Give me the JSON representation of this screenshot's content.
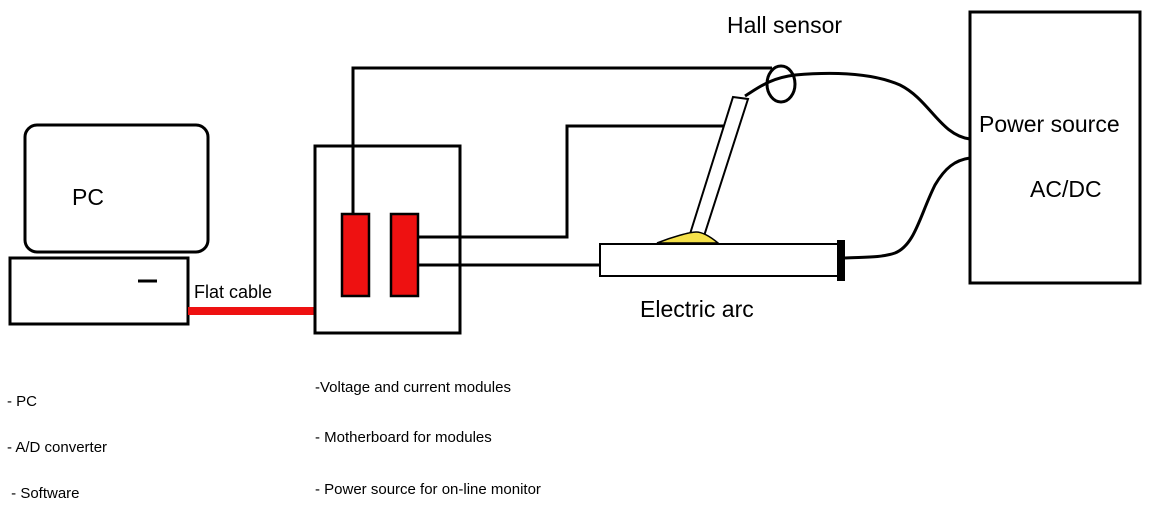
{
  "labels": {
    "hall_sensor": "Hall sensor",
    "power_source_title": "Power source",
    "power_source_type": "AC/DC",
    "pc": "PC",
    "flat_cable": "Flat cable",
    "electric_arc": "Electric arc"
  },
  "notes_left": [
    "- PC",
    "- A/D converter",
    " - Software"
  ],
  "notes_right": [
    "-Voltage and current modules",
    "- Motherboard for modules",
    "- Power source for on-line monitor"
  ],
  "colors": {
    "module_red": "#ee1111",
    "cable_red": "#ee1111",
    "weld_pool_yellow": "#f5e14a",
    "line": "#000000"
  }
}
